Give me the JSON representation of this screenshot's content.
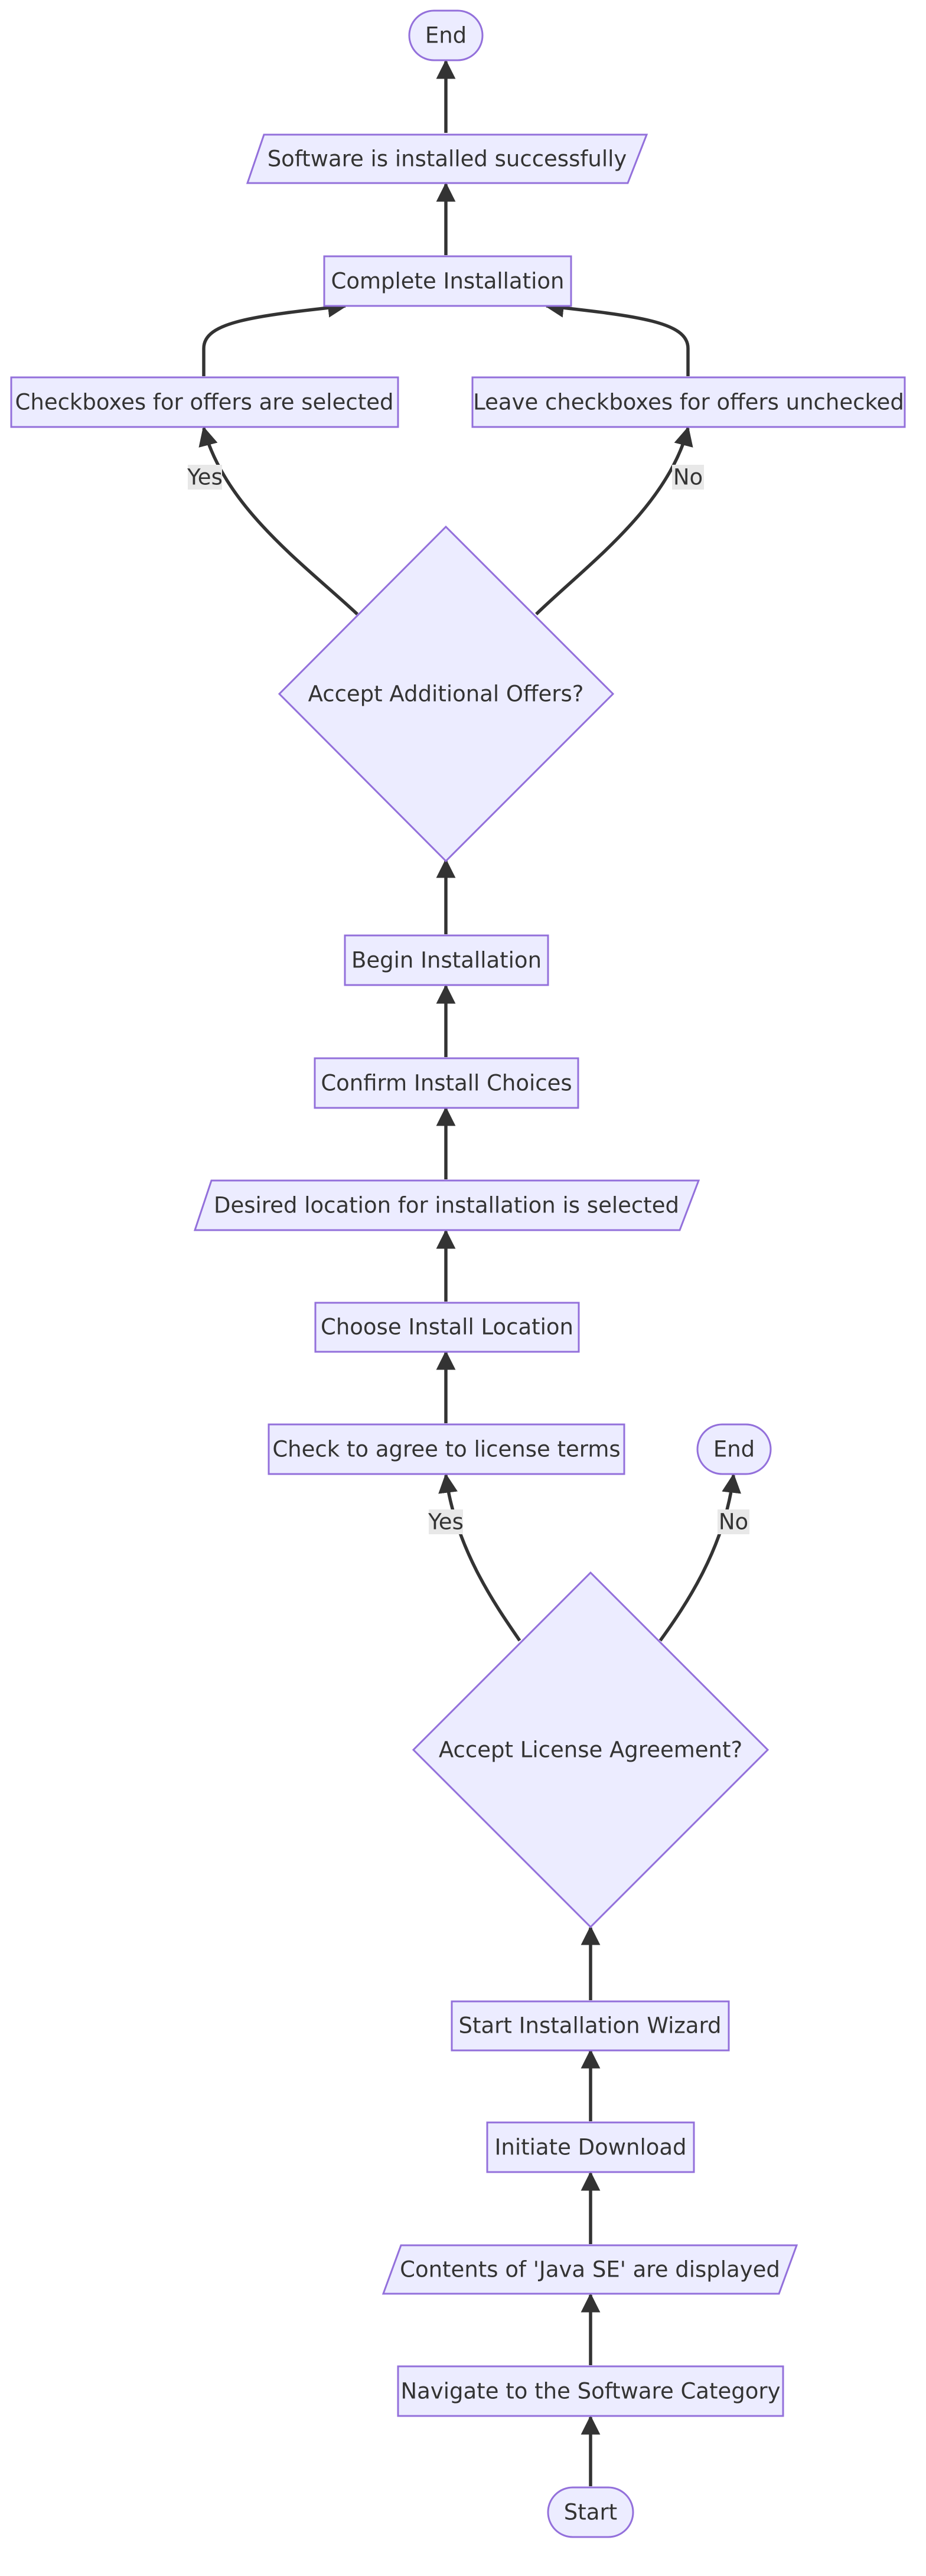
{
  "nodes": {
    "end_top": "End",
    "installed": "Software is installed successfully",
    "complete": "Complete Installation",
    "offers_selected": "Checkboxes for offers are selected",
    "offers_unchecked": "Leave checkboxes for offers unchecked",
    "accept_offers": "Accept Additional Offers?",
    "begin": "Begin Installation",
    "confirm": "Confirm Install Choices",
    "location_selected": "Desired location for installation is selected",
    "choose_location": "Choose Install Location",
    "agree_terms": "Check to agree to license terms",
    "end_right": "End",
    "accept_license": "Accept License Agreement?",
    "start_wizard": "Start Installation Wizard",
    "initiate_download": "Initiate Download",
    "java_displayed": "Contents of 'Java SE' are displayed",
    "navigate": "Navigate to the Software Category",
    "start": "Start"
  },
  "edge_labels": {
    "offers_yes": "Yes",
    "offers_no": "No",
    "license_yes": "Yes",
    "license_no": "No"
  },
  "colors": {
    "node_fill": "#ECECFF",
    "node_stroke": "#9370DB",
    "edge": "#333333",
    "text": "#333333",
    "label_bg": "#e8e8e8"
  }
}
